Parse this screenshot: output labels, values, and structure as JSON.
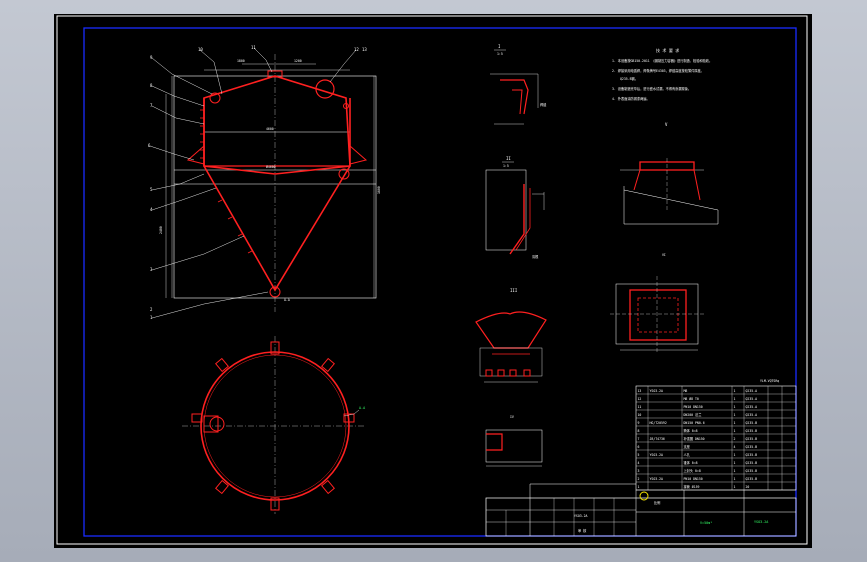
{
  "colors": {
    "sheet": "#000000",
    "border": "#ffffff",
    "frame": "#1a2bff",
    "vessel": "#ff2020",
    "dim": "#ffffff",
    "center": "#d0d0d0",
    "title_text": "#33ff66"
  },
  "notes": {
    "heading": "技 术 要 求",
    "lines": [
      "1. 本设备按GB150-2011 《钢制压力容器》进行制造、检验和验收。",
      "2. 焊接采用电弧焊，焊条牌号E4303，焊缝高度按较薄件厚度。",
      "   Q235-B钢。",
      "3. 设备制造完毕后，进行盛水试漏，不得有渗漏现象。",
      "4. 外表面涂防锈漆两遍。"
    ]
  },
  "main_view": {
    "balloons": [
      "9",
      "10",
      "11",
      "12",
      "13",
      "8",
      "7",
      "6",
      "5",
      "4",
      "3",
      "2",
      "1"
    ],
    "dims": [
      "1800",
      "1200",
      "4600",
      "Ø4600",
      "A-A",
      "2400",
      "1800"
    ]
  },
  "details": {
    "v1": "I",
    "v2": "II",
    "v3": "III",
    "v4": "IV",
    "v5": "V",
    "v6": "VI",
    "scale": "1:5",
    "notes": [
      "焊缝",
      "清根"
    ]
  },
  "bom": {
    "caption": "YLM-VQTSRq",
    "rows": [
      [
        "13",
        "YSO3-2A",
        "M8",
        "1",
        "Q235-A",
        "",
        ""
      ],
      [
        "12",
        "",
        "M8 Ø8 T0",
        "1",
        "Q235-A",
        "",
        ""
      ],
      [
        "11",
        "",
        "PN10 DN150",
        "1",
        "Q235-A",
        "",
        ""
      ],
      [
        "10",
        "",
        "DN200 法兰",
        "1",
        "Q235-A",
        "",
        ""
      ],
      [
        "9",
        "HG/T20592",
        "DN150 PN0.6",
        "1",
        "Q235-B",
        "",
        ""
      ],
      [
        "8",
        "",
        "筒体 δ=8",
        "1",
        "Q235-B",
        "",
        ""
      ],
      [
        "7",
        "JB/T4736",
        "补强圈 DN150",
        "2",
        "Q235-B",
        "",
        ""
      ],
      [
        "6",
        "",
        "支座",
        "4",
        "Q235-B",
        "",
        ""
      ],
      [
        "5",
        "YSO3-2A",
        "人孔",
        "1",
        "Q235-B",
        "",
        ""
      ],
      [
        "4",
        "",
        "锥体 δ=8",
        "1",
        "Q235-B",
        "",
        ""
      ],
      [
        "3",
        "",
        "上封头 δ=8",
        "1",
        "Q235-B",
        "",
        ""
      ],
      [
        "2",
        "YSO3-2A",
        "PN10 DN150",
        "1",
        "Q235-B",
        "",
        ""
      ],
      [
        "1",
        "",
        "接管 Ø159",
        "1",
        "20",
        "",
        ""
      ]
    ]
  },
  "title_block": {
    "volume": "V=50m³",
    "drawing_no": "YSO3-2A",
    "left_label": "YSO3-2A",
    "company": "审 核",
    "scale_label": "比例"
  }
}
